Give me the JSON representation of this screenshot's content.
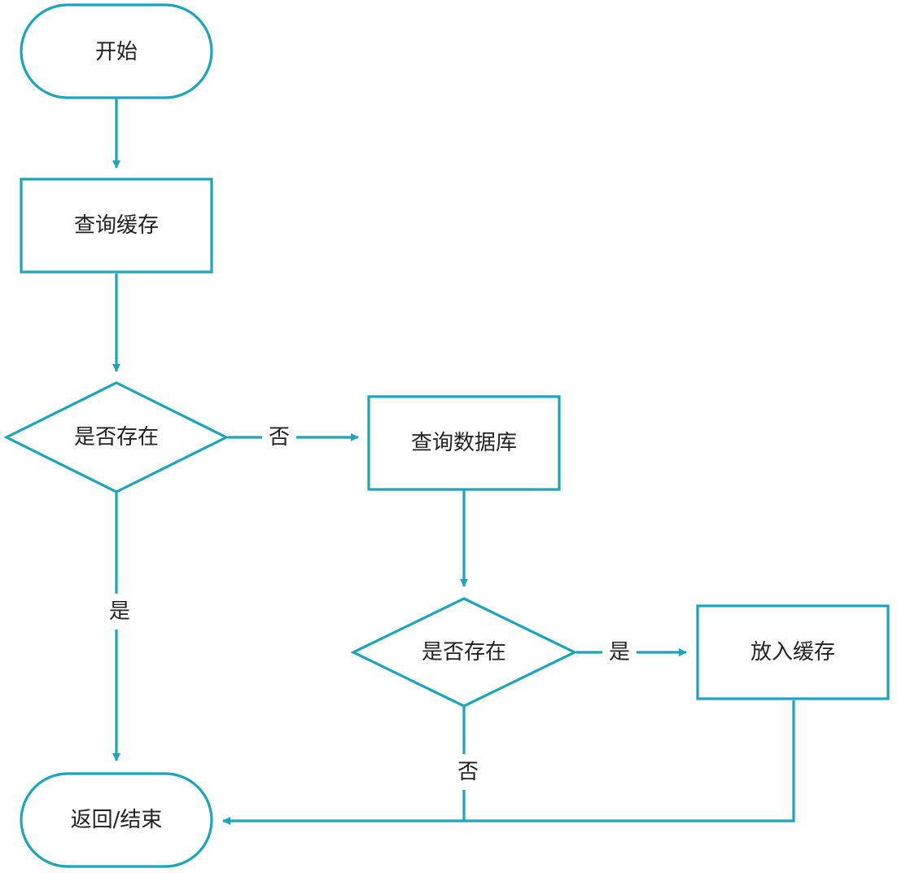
{
  "theme": {
    "stroke_color": "#1BA5BD",
    "text_color": "#222222",
    "background": "#FFFFFF"
  },
  "nodes": {
    "start": {
      "label": "开始",
      "shape": "terminator"
    },
    "query_cache": {
      "label": "查询缓存",
      "shape": "process"
    },
    "check_exists_1": {
      "label": "是否存在",
      "shape": "decision"
    },
    "query_db": {
      "label": "查询数据库",
      "shape": "process"
    },
    "check_exists_2": {
      "label": "是否存在",
      "shape": "decision"
    },
    "put_cache": {
      "label": "放入缓存",
      "shape": "process"
    },
    "end": {
      "label": "返回/结束",
      "shape": "terminator"
    }
  },
  "edges": {
    "start_to_query": {
      "from": "start",
      "to": "query_cache",
      "label": ""
    },
    "query_to_check1": {
      "from": "query_cache",
      "to": "check_exists_1",
      "label": ""
    },
    "check1_no": {
      "from": "check_exists_1",
      "to": "query_db",
      "label": "否"
    },
    "check1_yes": {
      "from": "check_exists_1",
      "to": "end",
      "label": "是"
    },
    "db_to_check2": {
      "from": "query_db",
      "to": "check_exists_2",
      "label": ""
    },
    "check2_yes": {
      "from": "check_exists_2",
      "to": "put_cache",
      "label": "是"
    },
    "check2_no": {
      "from": "check_exists_2",
      "to": "end",
      "label": "否"
    },
    "put_to_end": {
      "from": "put_cache",
      "to": "end",
      "label": ""
    }
  }
}
